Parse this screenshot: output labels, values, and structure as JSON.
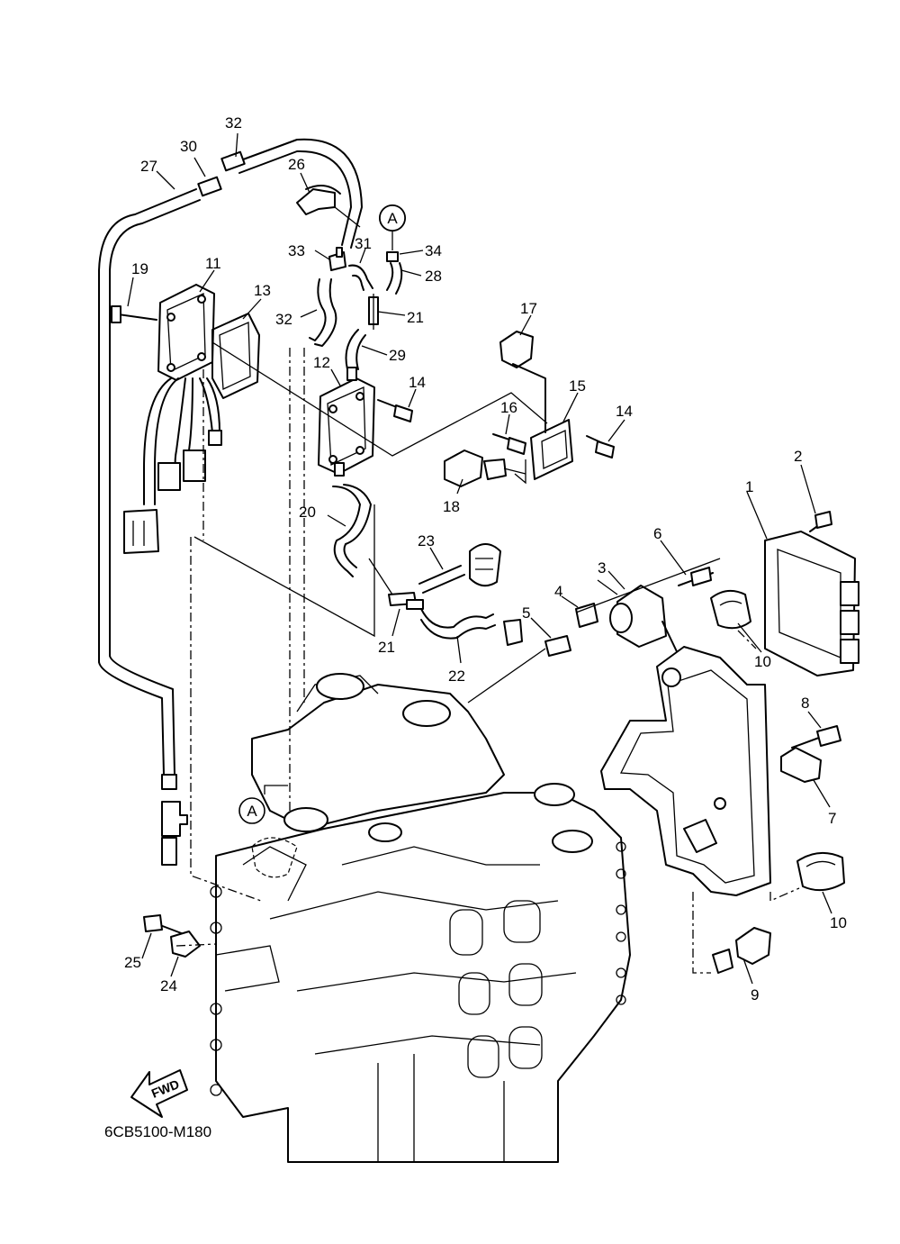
{
  "diagram_code": "6CB5100-M180",
  "fwd_label": "FWD",
  "marker_label": "A",
  "labels": {
    "p1": "1",
    "p2": "2",
    "p3": "3",
    "p4": "4",
    "p5": "5",
    "p6": "6",
    "p7": "7",
    "p8": "8",
    "p9": "9",
    "p10a": "10",
    "p10b": "10",
    "p11": "11",
    "p12": "12",
    "p13": "13",
    "p14a": "14",
    "p14b": "14",
    "p15": "15",
    "p16": "16",
    "p17": "17",
    "p18": "18",
    "p19": "19",
    "p20": "20",
    "p21a": "21",
    "p21b": "21",
    "p22": "22",
    "p23": "23",
    "p24": "24",
    "p25": "25",
    "p26": "26",
    "p27": "27",
    "p28": "28",
    "p29": "29",
    "p30": "30",
    "p31": "31",
    "p32a": "32",
    "p32b": "32",
    "p33": "33",
    "p34": "34"
  }
}
